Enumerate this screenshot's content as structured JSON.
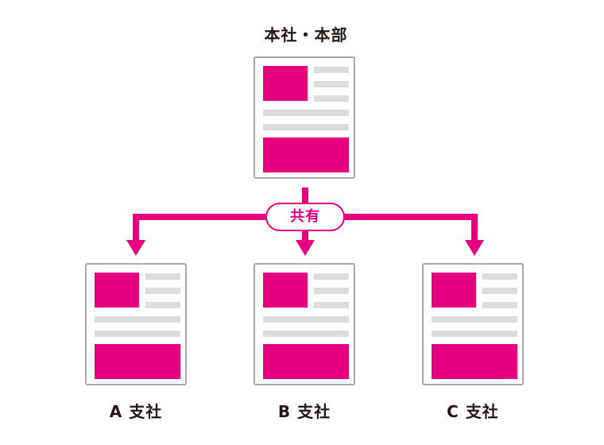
{
  "headquarters": {
    "label": "本社・本部"
  },
  "share": {
    "label": "共有"
  },
  "branches": [
    {
      "label": "A 支社"
    },
    {
      "label": "B 支社"
    },
    {
      "label": "C 支社"
    }
  ],
  "colors": {
    "accent": "#e4007f",
    "frame": "#a8a8a8",
    "line": "#dcdcdc",
    "text": "#231815"
  }
}
